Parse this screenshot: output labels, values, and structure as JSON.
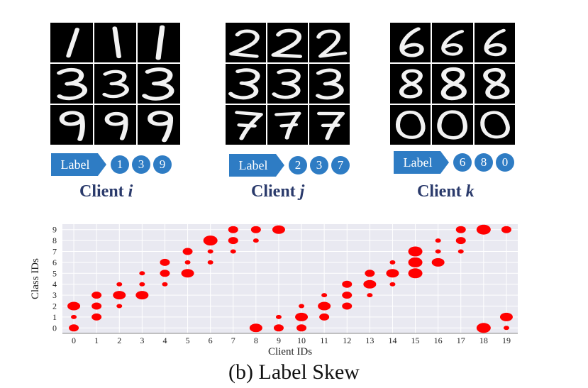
{
  "clients": [
    {
      "name": "Client",
      "var": "i",
      "label_text": "Label",
      "labels": [
        "1",
        "3",
        "9"
      ],
      "digits": [
        [
          "1",
          "1",
          "1"
        ],
        [
          "3",
          "3",
          "3"
        ],
        [
          "9",
          "9",
          "9"
        ]
      ]
    },
    {
      "name": "Client",
      "var": "j",
      "label_text": "Label",
      "labels": [
        "2",
        "3",
        "7"
      ],
      "digits": [
        [
          "2",
          "2",
          "2"
        ],
        [
          "3",
          "3",
          "3"
        ],
        [
          "7",
          "7",
          "7"
        ]
      ]
    },
    {
      "name": "Client",
      "var": "k",
      "label_text": "Label",
      "labels": [
        "6",
        "8",
        "0"
      ],
      "digits": [
        [
          "6",
          "6",
          "6"
        ],
        [
          "8",
          "8",
          "8"
        ],
        [
          "0",
          "0",
          "0"
        ]
      ]
    }
  ],
  "colors": {
    "tag": "#2e7cc4",
    "client_title": "#2a3a6b",
    "bubble": "#ff0000",
    "plot_bg": "#e9e9f1"
  },
  "chart_data": {
    "type": "scatter",
    "xlabel": "Client IDs",
    "ylabel": "Class IDs",
    "x_ticks": [
      0,
      1,
      2,
      3,
      4,
      5,
      6,
      7,
      8,
      9,
      10,
      11,
      12,
      13,
      14,
      15,
      16,
      17,
      18,
      19
    ],
    "y_ticks": [
      0,
      1,
      2,
      3,
      4,
      5,
      6,
      7,
      8,
      9
    ],
    "grid": true,
    "points": [
      {
        "client": 0,
        "class": 0,
        "size": 2
      },
      {
        "client": 0,
        "class": 1,
        "size": 1
      },
      {
        "client": 0,
        "class": 2,
        "size": 3
      },
      {
        "client": 1,
        "class": 1,
        "size": 2
      },
      {
        "client": 1,
        "class": 2,
        "size": 2
      },
      {
        "client": 1,
        "class": 3,
        "size": 2
      },
      {
        "client": 2,
        "class": 2,
        "size": 1
      },
      {
        "client": 2,
        "class": 3,
        "size": 3
      },
      {
        "client": 2,
        "class": 4,
        "size": 1
      },
      {
        "client": 3,
        "class": 3,
        "size": 3
      },
      {
        "client": 3,
        "class": 4,
        "size": 1
      },
      {
        "client": 3,
        "class": 5,
        "size": 1
      },
      {
        "client": 4,
        "class": 4,
        "size": 1
      },
      {
        "client": 4,
        "class": 5,
        "size": 2
      },
      {
        "client": 4,
        "class": 6,
        "size": 2
      },
      {
        "client": 5,
        "class": 5,
        "size": 3
      },
      {
        "client": 5,
        "class": 6,
        "size": 1
      },
      {
        "client": 5,
        "class": 7,
        "size": 2
      },
      {
        "client": 6,
        "class": 6,
        "size": 1
      },
      {
        "client": 6,
        "class": 7,
        "size": 1
      },
      {
        "client": 6,
        "class": 8,
        "size": 4
      },
      {
        "client": 7,
        "class": 7,
        "size": 1
      },
      {
        "client": 7,
        "class": 8,
        "size": 2
      },
      {
        "client": 7,
        "class": 9,
        "size": 2
      },
      {
        "client": 8,
        "class": 0,
        "size": 3
      },
      {
        "client": 8,
        "class": 8,
        "size": 1
      },
      {
        "client": 8,
        "class": 9,
        "size": 2
      },
      {
        "client": 9,
        "class": 0,
        "size": 2
      },
      {
        "client": 9,
        "class": 1,
        "size": 1
      },
      {
        "client": 9,
        "class": 9,
        "size": 3
      },
      {
        "client": 10,
        "class": 0,
        "size": 2
      },
      {
        "client": 10,
        "class": 1,
        "size": 3
      },
      {
        "client": 10,
        "class": 2,
        "size": 1
      },
      {
        "client": 11,
        "class": 1,
        "size": 2
      },
      {
        "client": 11,
        "class": 2,
        "size": 3
      },
      {
        "client": 11,
        "class": 3,
        "size": 1
      },
      {
        "client": 12,
        "class": 2,
        "size": 2
      },
      {
        "client": 12,
        "class": 3,
        "size": 2
      },
      {
        "client": 12,
        "class": 4,
        "size": 2
      },
      {
        "client": 13,
        "class": 3,
        "size": 1
      },
      {
        "client": 13,
        "class": 4,
        "size": 3
      },
      {
        "client": 13,
        "class": 5,
        "size": 2
      },
      {
        "client": 14,
        "class": 4,
        "size": 1
      },
      {
        "client": 14,
        "class": 5,
        "size": 3
      },
      {
        "client": 14,
        "class": 6,
        "size": 1
      },
      {
        "client": 15,
        "class": 5,
        "size": 4
      },
      {
        "client": 15,
        "class": 6,
        "size": 4
      },
      {
        "client": 15,
        "class": 7,
        "size": 4
      },
      {
        "client": 16,
        "class": 6,
        "size": 3
      },
      {
        "client": 16,
        "class": 7,
        "size": 1
      },
      {
        "client": 16,
        "class": 8,
        "size": 1
      },
      {
        "client": 17,
        "class": 7,
        "size": 1
      },
      {
        "client": 17,
        "class": 8,
        "size": 2
      },
      {
        "client": 17,
        "class": 9,
        "size": 2
      },
      {
        "client": 18,
        "class": 0,
        "size": 4
      },
      {
        "client": 18,
        "class": 9,
        "size": 4
      },
      {
        "client": 19,
        "class": 0,
        "size": 1
      },
      {
        "client": 19,
        "class": 1,
        "size": 3
      },
      {
        "client": 19,
        "class": 9,
        "size": 2
      }
    ]
  },
  "caption": "(b) Label Skew"
}
